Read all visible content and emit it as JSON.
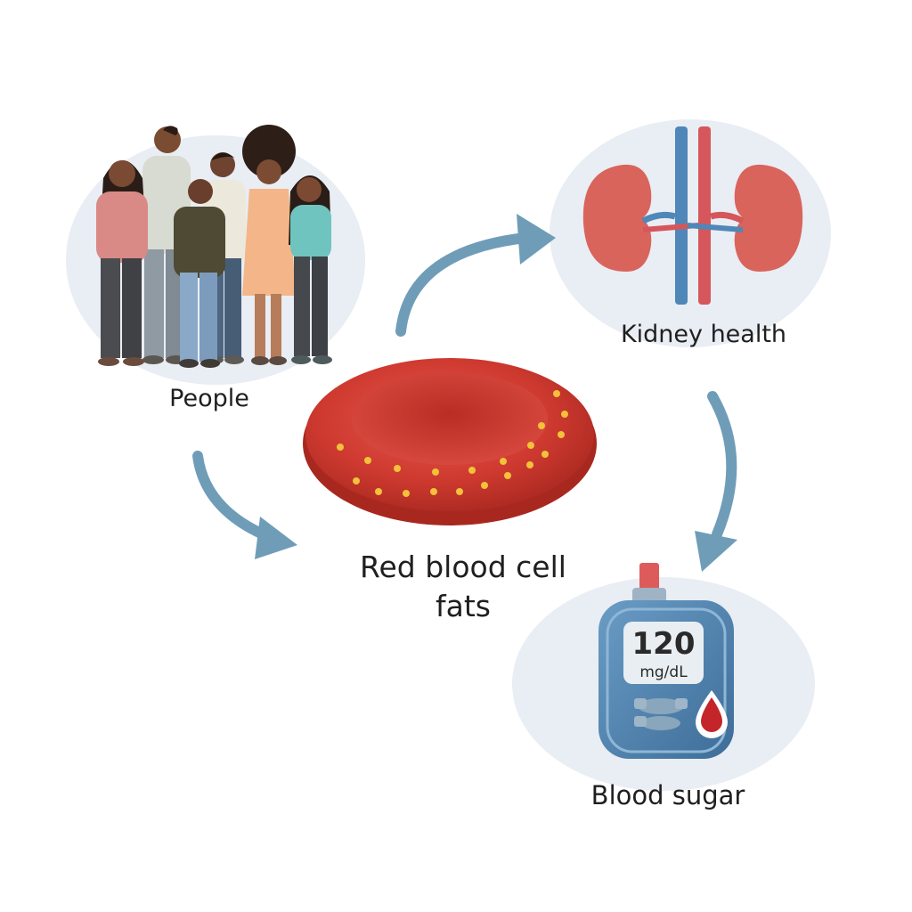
{
  "nodes": {
    "people": {
      "label": "People"
    },
    "kidney": {
      "label": "Kidney health"
    },
    "rbc": {
      "label_line1": "Red blood cell",
      "label_line2": "fats"
    },
    "sugar": {
      "label": "Blood sugar"
    }
  },
  "meter": {
    "value": "120",
    "unit": "mg/dL"
  },
  "colors": {
    "arrow": "#6f9db8",
    "bubble": "#e8ecf3",
    "cell": "#c9362b",
    "kidney": "#d9645c",
    "artery": "#d6575b",
    "vein": "#4f87b8",
    "meter_body": "#4c7ea8",
    "fat_dots": "#f2c23a"
  },
  "icons": [
    "people-group-icon",
    "kidneys-icon",
    "red-blood-cell-icon",
    "glucose-meter-icon",
    "blood-drop-icon"
  ]
}
